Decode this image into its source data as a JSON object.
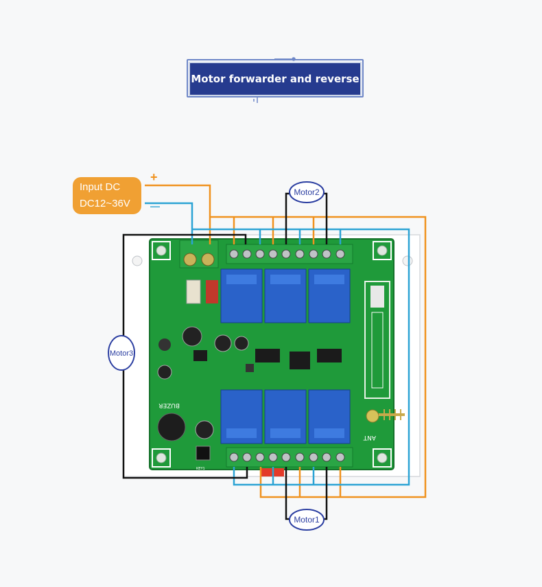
{
  "title": "Motor forwarder and reverse",
  "input": {
    "line1": "Input DC",
    "line2": "DC12~36V",
    "plus": "+",
    "minus": "—"
  },
  "motors": {
    "motor1": "Motor1",
    "motor2": "Motor2",
    "motor3": "Motor3"
  },
  "board": {
    "silk_buzer": "BUZER",
    "silk_ant": "ANT",
    "silk_key": "KEY1"
  },
  "colors": {
    "title_bg": "#263b8f",
    "input_bg": "#f0a033",
    "wire_orange": "#f0921e",
    "wire_blue": "#2ba3d4",
    "wire_black": "#111111",
    "pcb_green": "#1f9a3a",
    "relay_blue": "#2a62c9",
    "motor_ellipse": "#2b3ea1"
  }
}
